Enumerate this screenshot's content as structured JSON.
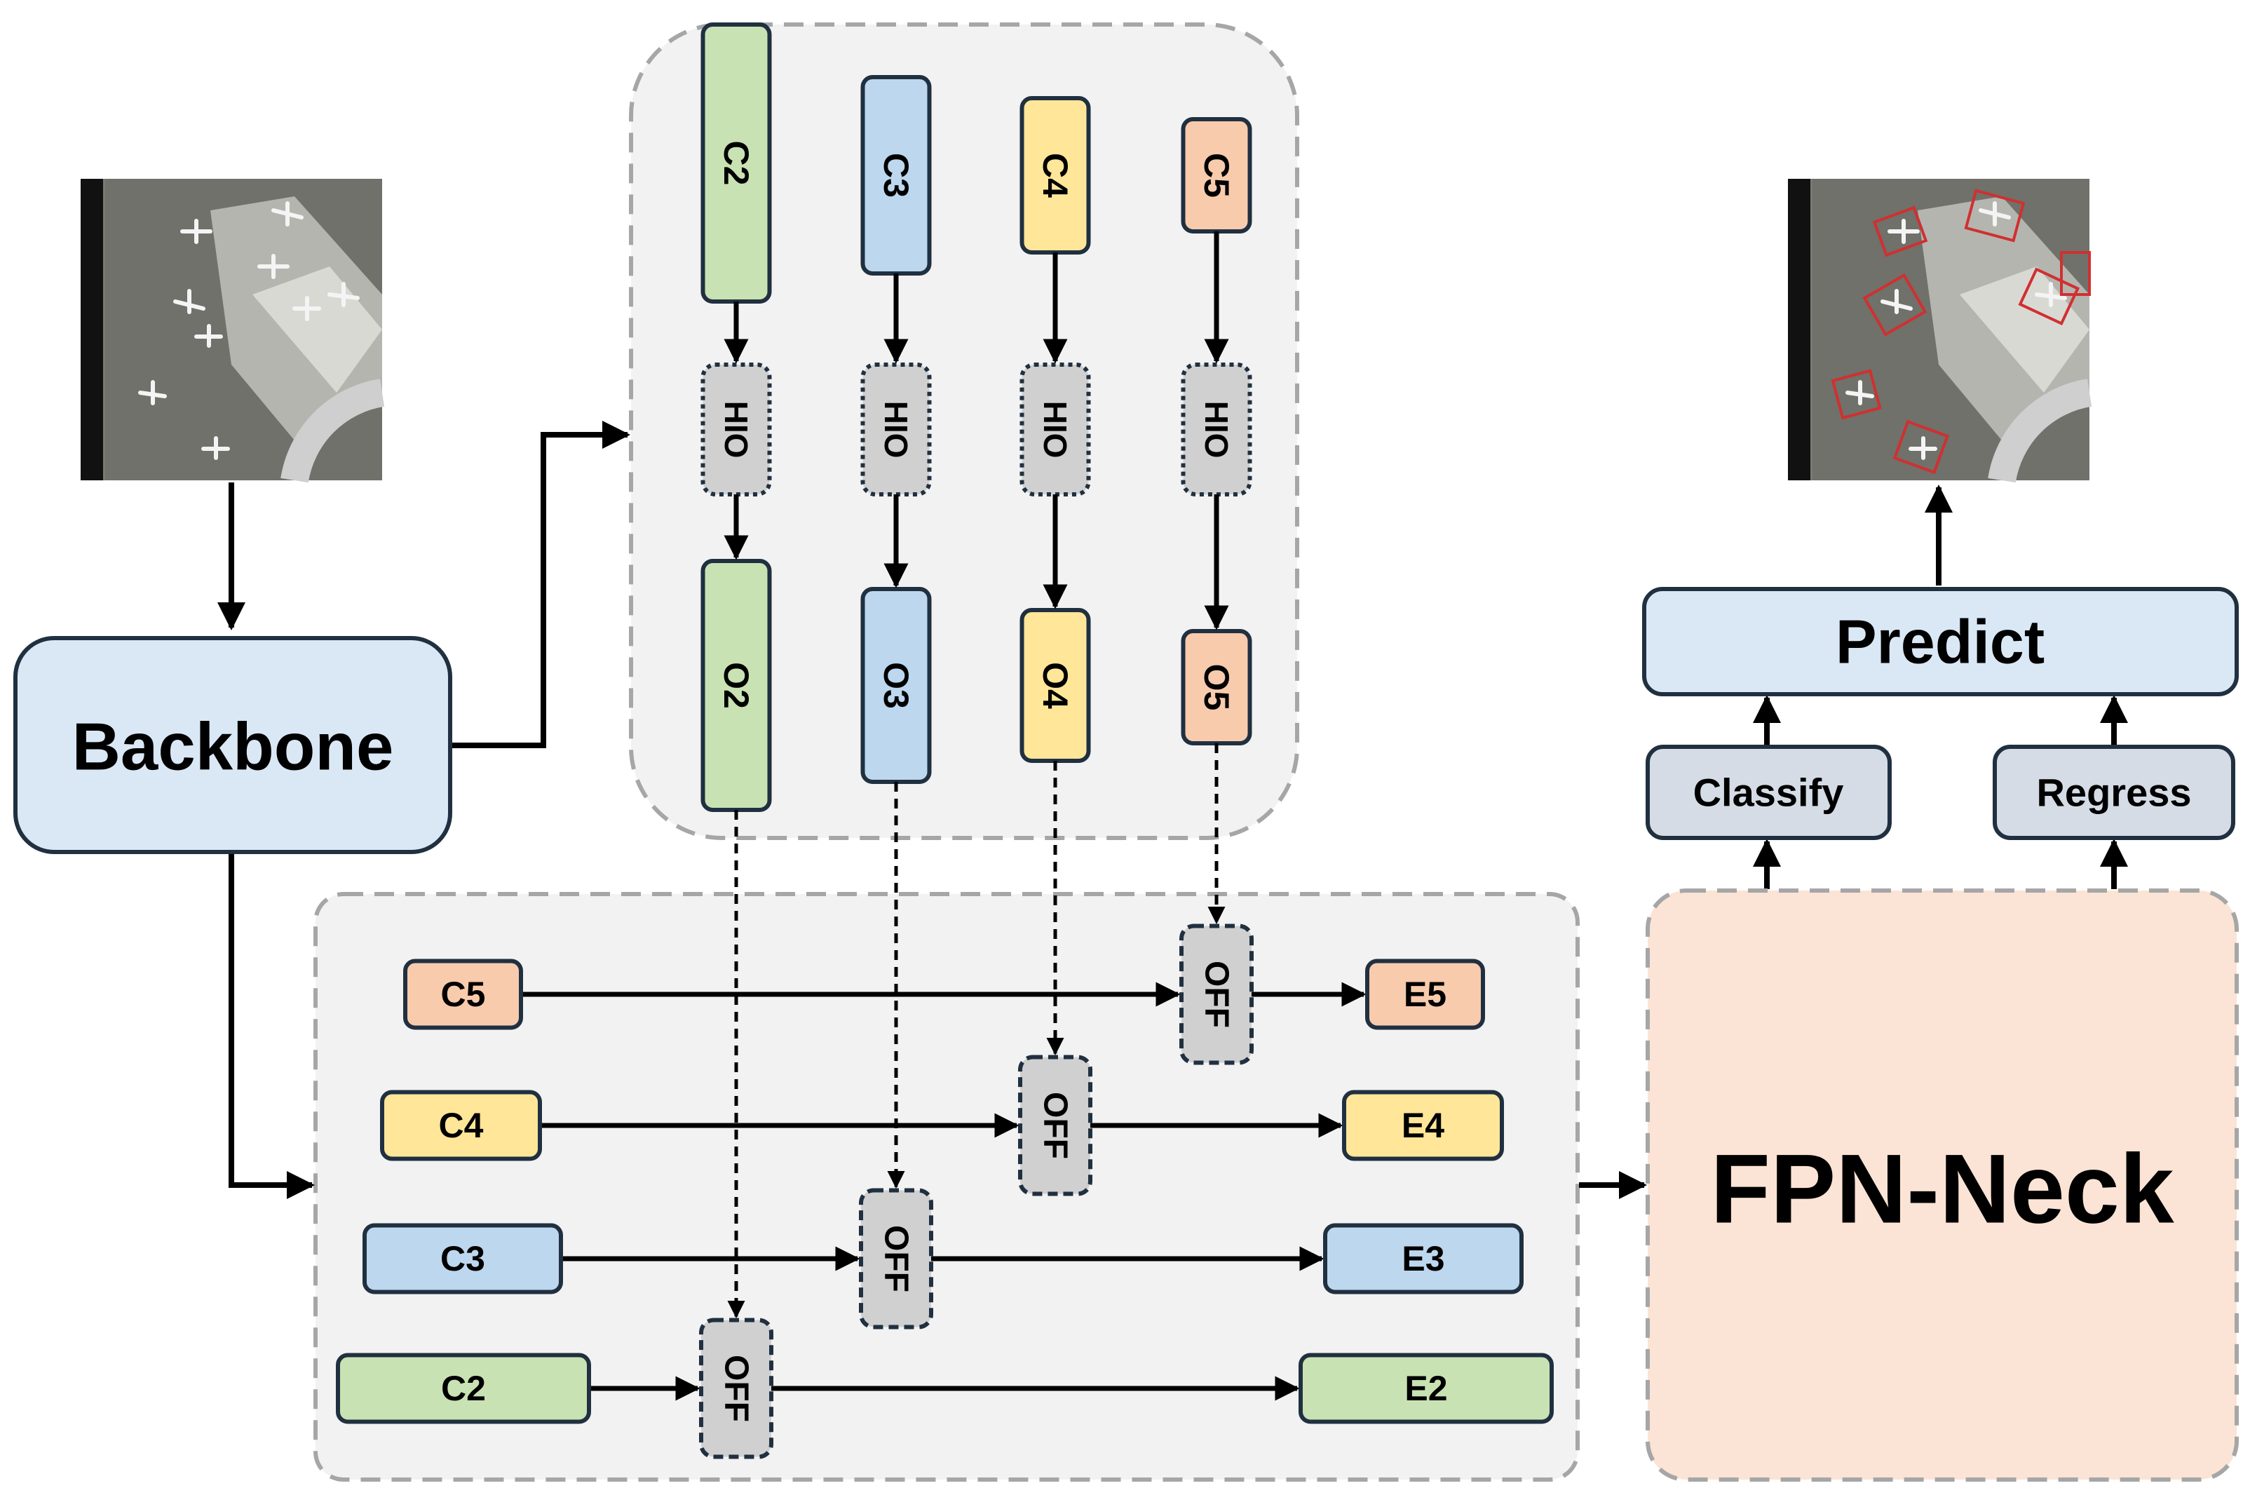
{
  "colors": {
    "green": "#c9e2b3",
    "blue": "#bdd7ee",
    "yellow": "#ffe699",
    "orange": "#f8cbad",
    "gray": "#d0d0d0",
    "stroke": "#203040",
    "panel": "#f2f2f2",
    "neck": "#fbe4d5",
    "predict": "#dae8f6",
    "head": "#d6dce5"
  },
  "input_image": "satellite-airport-image",
  "output_image": "satellite-airport-image-with-detection-boxes",
  "backbone": {
    "label": "Backbone"
  },
  "upper_stack": {
    "columns": [
      {
        "c": "C2",
        "h": "HIO",
        "o": "O2",
        "color": "green"
      },
      {
        "c": "C3",
        "h": "HIO",
        "o": "O3",
        "color": "blue"
      },
      {
        "c": "C4",
        "h": "HIO",
        "o": "O4",
        "color": "yellow"
      },
      {
        "c": "C5",
        "h": "HIO",
        "o": "O5",
        "color": "orange"
      }
    ]
  },
  "lower_stack": {
    "rows": [
      {
        "c": "C5",
        "off": "OFF",
        "e": "E5",
        "color": "orange"
      },
      {
        "c": "C4",
        "off": "OFF",
        "e": "E4",
        "color": "yellow"
      },
      {
        "c": "C3",
        "off": "OFF",
        "e": "E3",
        "color": "blue"
      },
      {
        "c": "C2",
        "off": "OFF",
        "e": "E2",
        "color": "green"
      }
    ]
  },
  "neck": {
    "label": "FPN-Neck"
  },
  "head": {
    "classify": "Classify",
    "regress": "Regress",
    "predict": "Predict"
  }
}
